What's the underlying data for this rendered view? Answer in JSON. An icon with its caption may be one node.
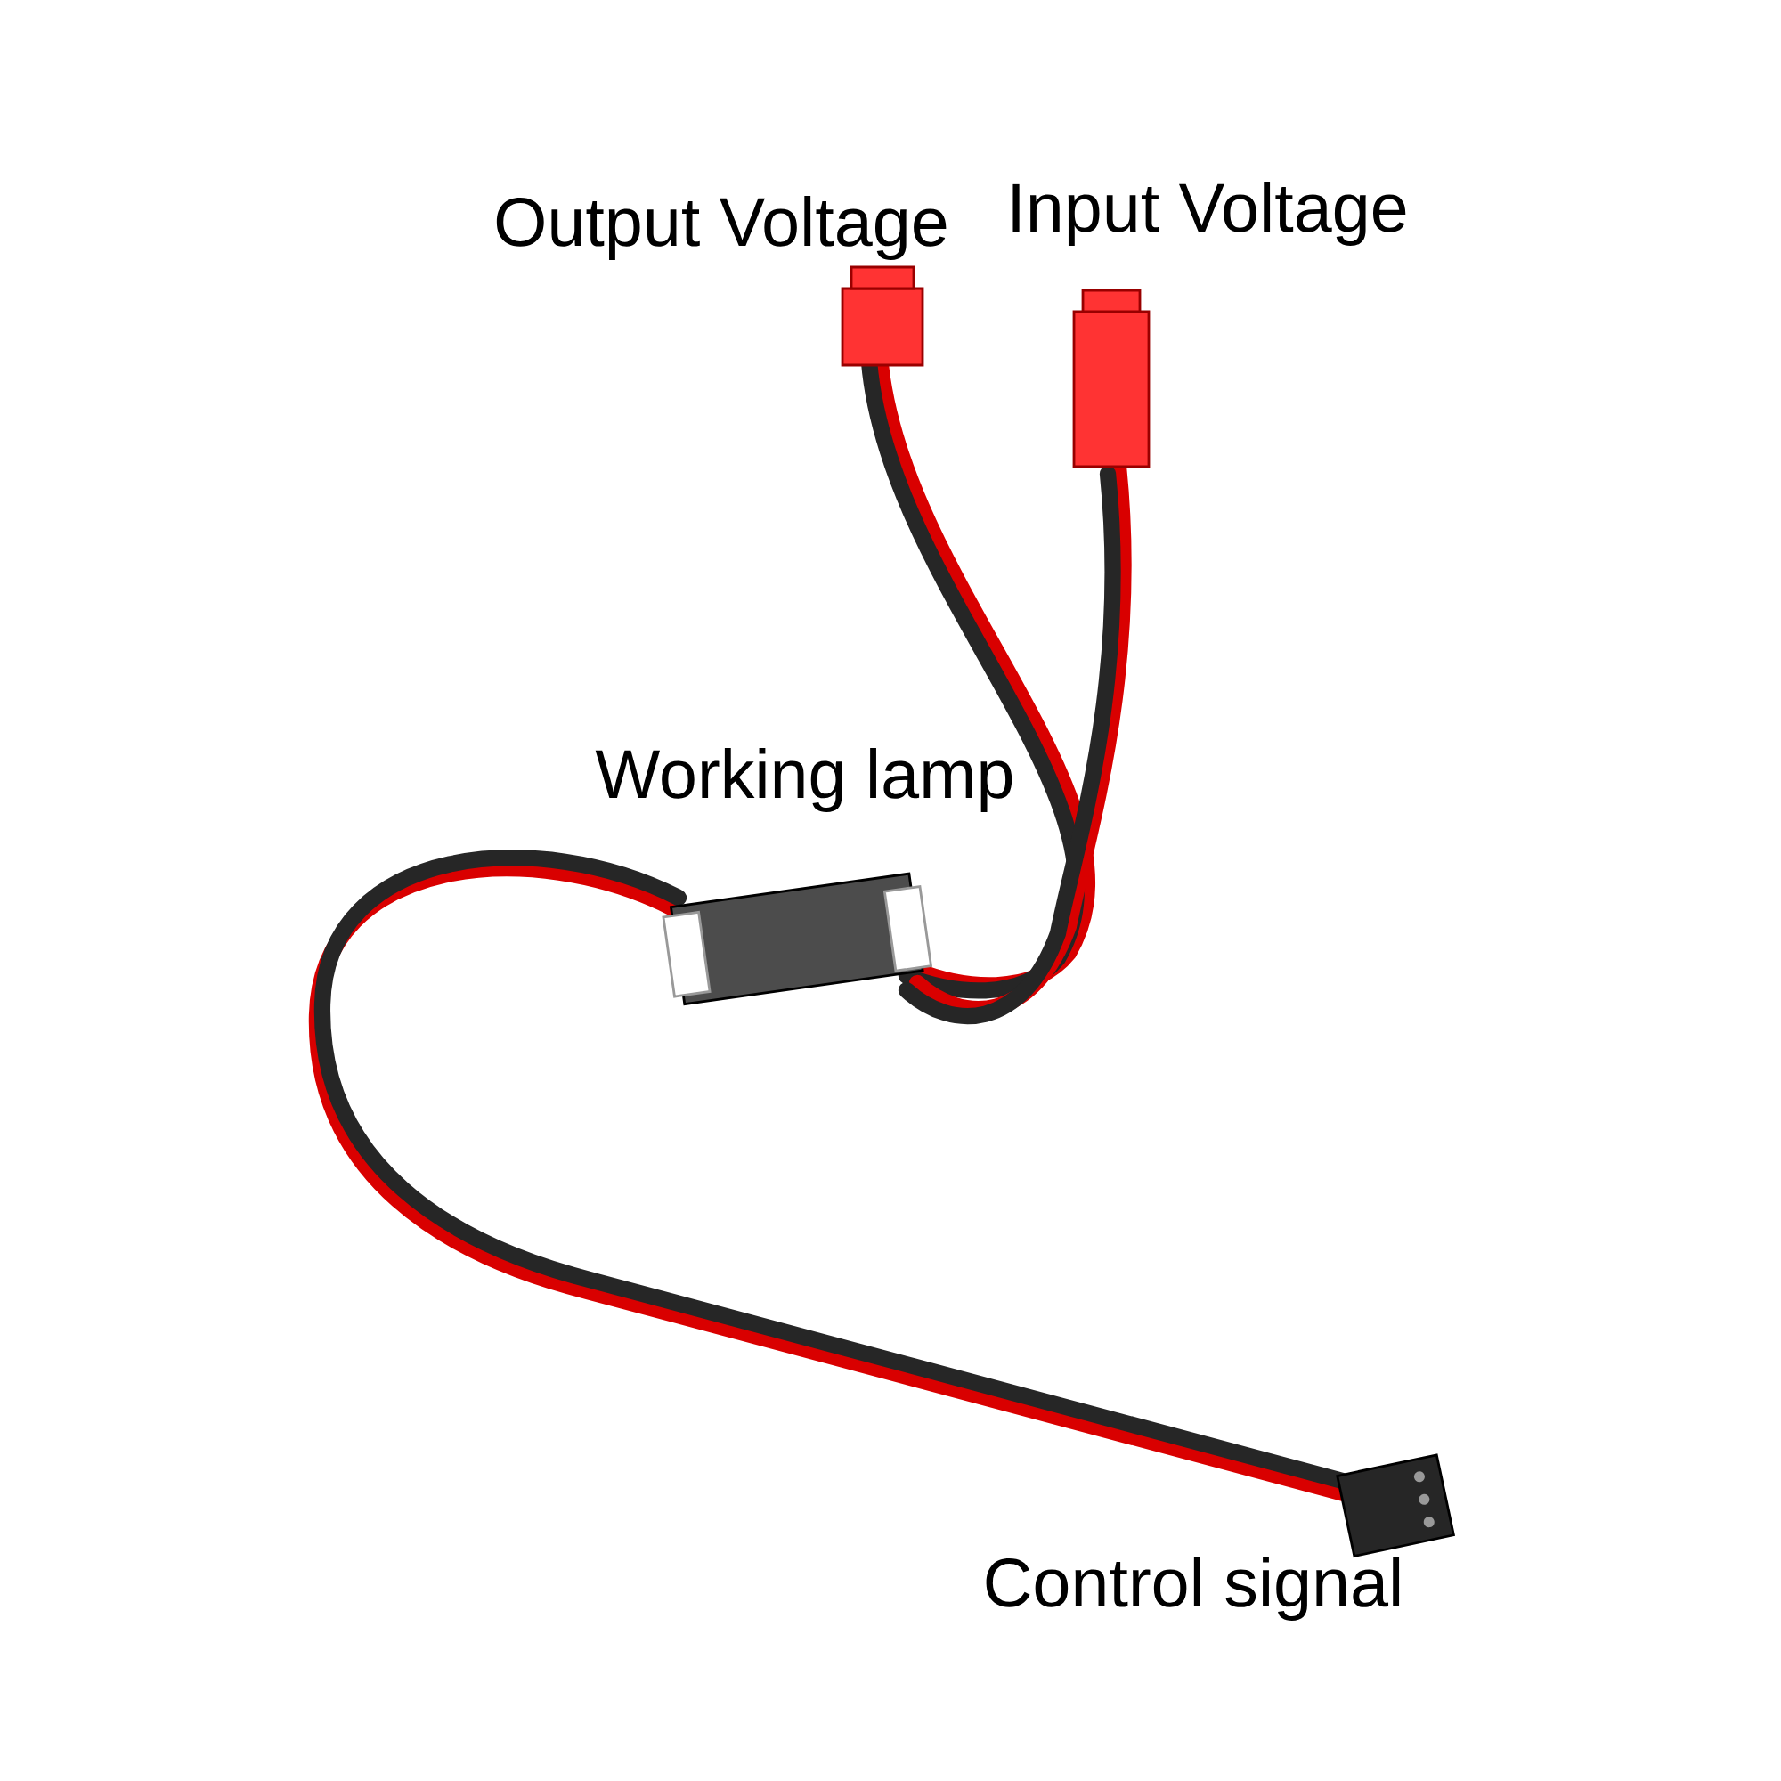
{
  "diagram": {
    "labels": [
      "Output Voltage",
      "Input Voltage",
      "Working lamp",
      "Control signal"
    ]
  }
}
